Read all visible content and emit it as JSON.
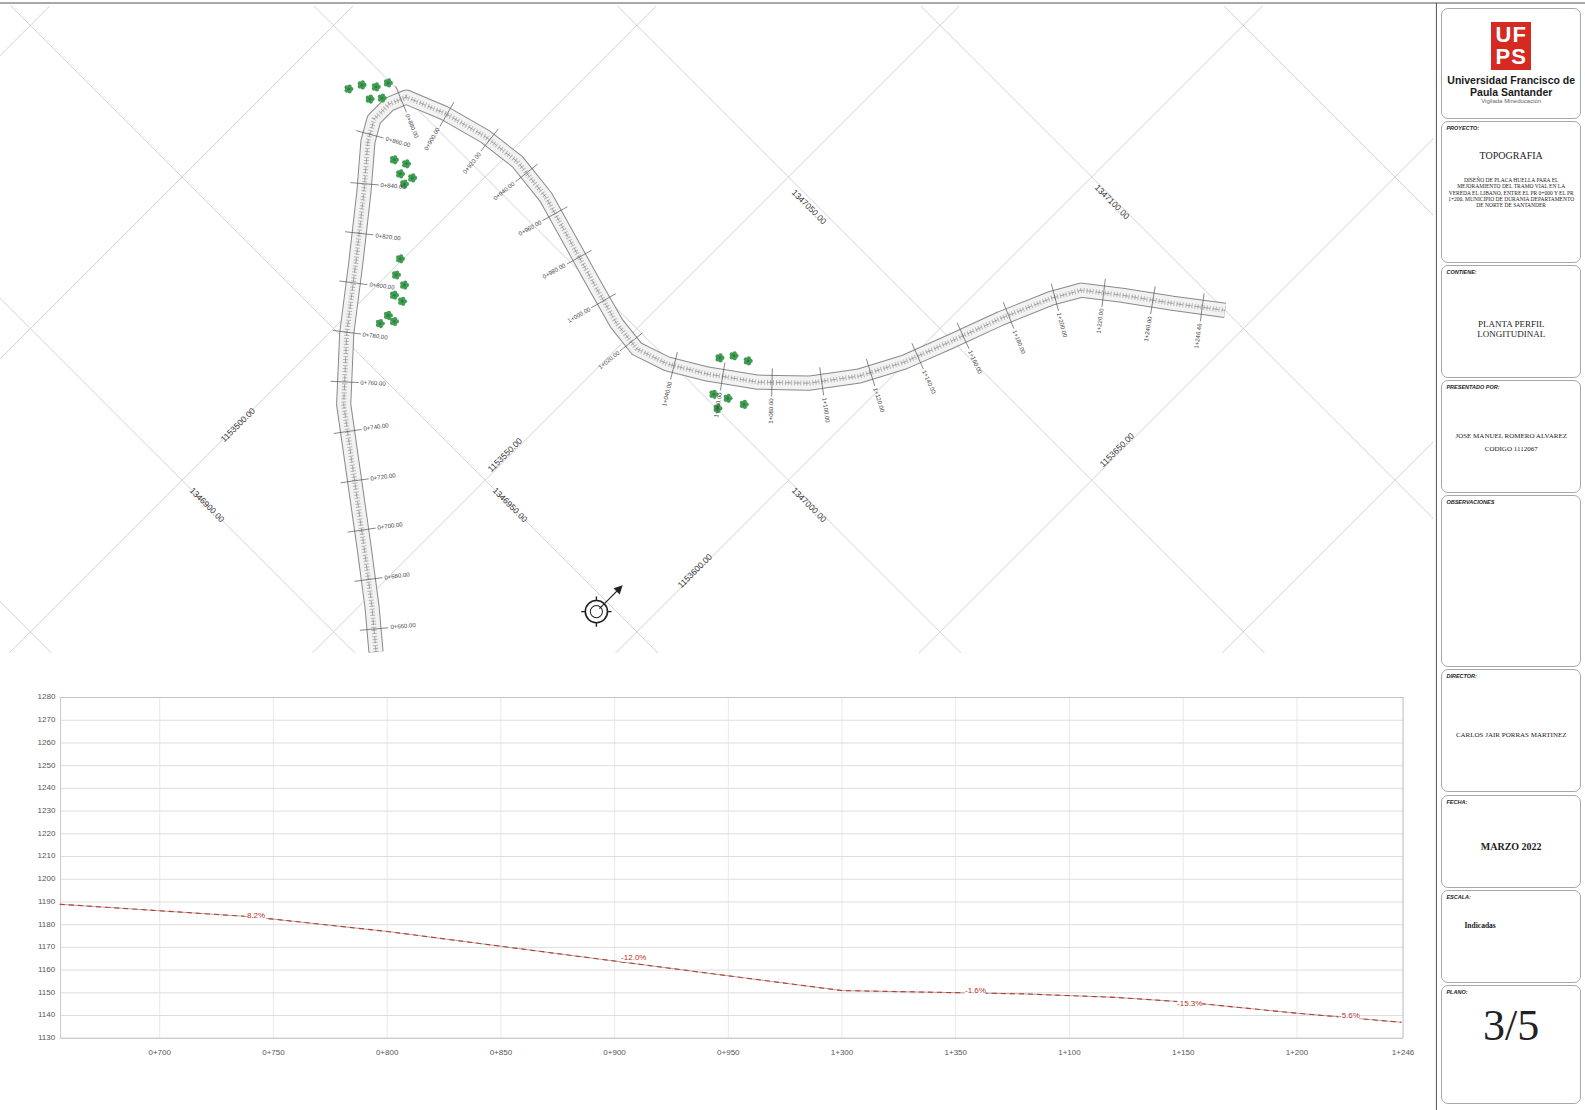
{
  "diagram": {
    "nodes": [
      {
        "text": [
          "UFPS",
          "Universidad Francisco de Paula Santander",
          "Vigilada Mineducación"
        ]
      },
      {
        "text": [
          "PROYECTO:",
          "TOPOGRAFIA",
          "DISEÑO DE PLACA HUELLA PARA EL MEJORAMIENTO DEL TRAMO VIAL EN LA VEREDA EL LIBANO, ENTRE EL PR 0+000 Y EL PR 1+200, MUNICIPIO DE DURANIA DEPARTAMENTO DE NORTE DE SANTANDER"
        ]
      },
      {
        "text": [
          "CONTIENE:",
          "PLANTA PERFIL LONGITUDINAL"
        ]
      },
      {
        "text": [
          "PRESENTADO POR:",
          "JOSE MANUEL ROMERO ALVAREZ",
          "CODIGO 1112067"
        ]
      },
      {
        "text": [
          "OBSERVACIONES"
        ]
      },
      {
        "text": [
          "DIRECTOR:",
          "CARLOS JAIR PORRAS MARTINEZ"
        ]
      },
      {
        "text": [
          "FECHA:",
          "MARZO 2022"
        ]
      },
      {
        "text": [
          "ESCALA:",
          "Indicadas"
        ]
      },
      {
        "text": [
          "PLANO:",
          "3/5"
        ]
      }
    ],
    "labels": [
      "1347050.00",
      "1347100.00",
      "1153500.00",
      "1153550.00",
      "1346900.00",
      "1346950.00",
      "1347000.00",
      "1153600.00",
      "1153650.00",
      "0+660.00",
      "0+680.00",
      "0+700.00",
      "0+720.00",
      "0+740.00",
      "0+760.00",
      "0+780.00",
      "0+800.00",
      "0+820.00",
      "0+840.00",
      "0+860.00",
      "0+880.00",
      "0+900.00",
      "0+920.00",
      "0+940.00",
      "0+960.00",
      "0+980.00",
      "1+000.00",
      "1+020.00",
      "1+040.00",
      "1+060.00",
      "1+080.00",
      "1+100.00",
      "1+120.00",
      "1+140.00",
      "1+160.00",
      "1+180.00",
      "1+200.00",
      "1+220.00",
      "1+240.00",
      "1+246.46",
      "1280",
      "1270",
      "1260",
      "1250",
      "1240",
      "1230",
      "1220",
      "1210",
      "1200",
      "1190",
      "1180",
      "1170",
      "1160",
      "1150",
      "1140",
      "1130",
      "0+700",
      "0+750",
      "0+800",
      "0+850",
      "0+900",
      "0+950",
      "1+300",
      "1+350",
      "1+100",
      "1+150",
      "1+200",
      "1+246",
      "-8.2%",
      "-12.0%",
      "-1.6%",
      "-15.3%",
      "-5.6%"
    ]
  }
}
